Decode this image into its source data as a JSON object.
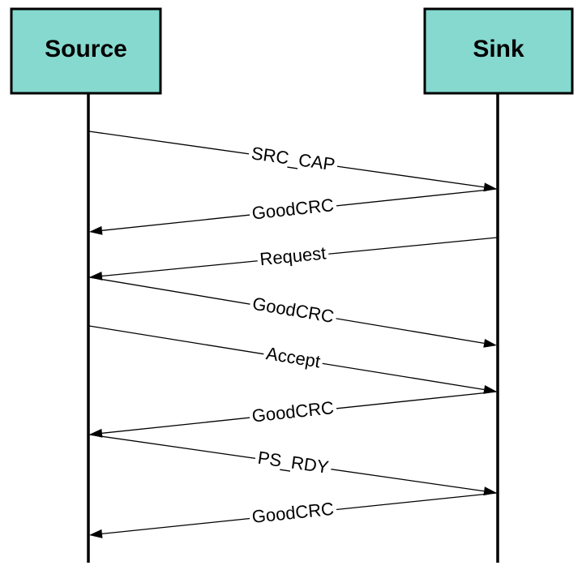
{
  "actors": {
    "source": "Source",
    "sink": "Sink"
  },
  "colors": {
    "actor_fill": "#86d9cf",
    "line": "#000000"
  },
  "messages": [
    {
      "label": "SRC_CAP",
      "from": "source",
      "to": "sink"
    },
    {
      "label": "GoodCRC",
      "from": "sink",
      "to": "source"
    },
    {
      "label": "Request",
      "from": "sink",
      "to": "source"
    },
    {
      "label": "GoodCRC",
      "from": "source",
      "to": "sink"
    },
    {
      "label": "Accept",
      "from": "source",
      "to": "sink"
    },
    {
      "label": "GoodCRC",
      "from": "sink",
      "to": "source"
    },
    {
      "label": "PS_RDY",
      "from": "source",
      "to": "sink"
    },
    {
      "label": "GoodCRC",
      "from": "sink",
      "to": "source"
    }
  ]
}
